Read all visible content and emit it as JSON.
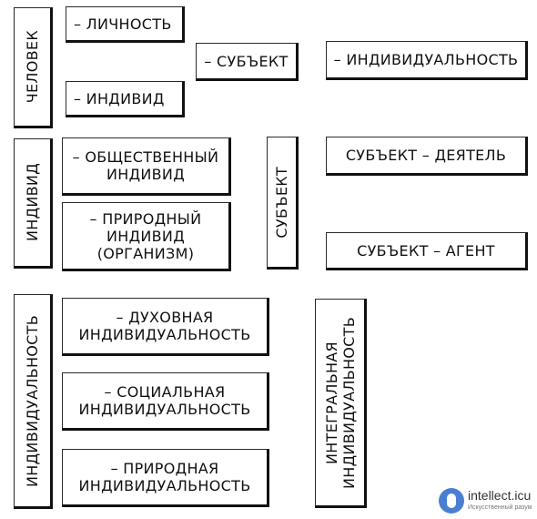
{
  "vertical": {
    "chelovek": "ЧЕЛОВЕК",
    "individ": "ИНДИВИД",
    "subekt": "СУБЪЕКТ",
    "individualnost": "ИНДИВИДУАЛЬНОСТЬ",
    "integral": "ИНТЕГРАЛЬНАЯ\nИНДИВИДУАЛЬНОСТЬ"
  },
  "boxes": {
    "lichnost": "– ЛИЧНОСТЬ",
    "individ": "– ИНДИВИД",
    "subekt": "– СУБЪЕКТ",
    "individualnost": "– ИНДИВИДУАЛЬНОСТЬ",
    "obshchestvenny": "– ОБЩЕСТВЕННЫЙ\nИНДИВИД",
    "prirodny": "– ПРИРОДНЫЙ\nИНДИВИД\n(ОРГАНИЗМ)",
    "subekt_deyatel": "СУБЪЕКТ – ДЕЯТЕЛЬ",
    "subekt_agent": "СУБЪЕКТ – АГЕНТ",
    "dukhovnaya": "– ДУХОВНАЯ\nИНДИВИДУАЛЬНОСТЬ",
    "sotsialnaya": "– СОЦИАЛЬНАЯ\nИНДИВИДУАЛЬНОСТЬ",
    "prirodnaya": "– ПРИРОДНАЯ\nИНДИВИДУАЛЬНОСТЬ"
  },
  "watermark": {
    "name": "intellect.icu",
    "tagline": "Искусственный разум"
  }
}
